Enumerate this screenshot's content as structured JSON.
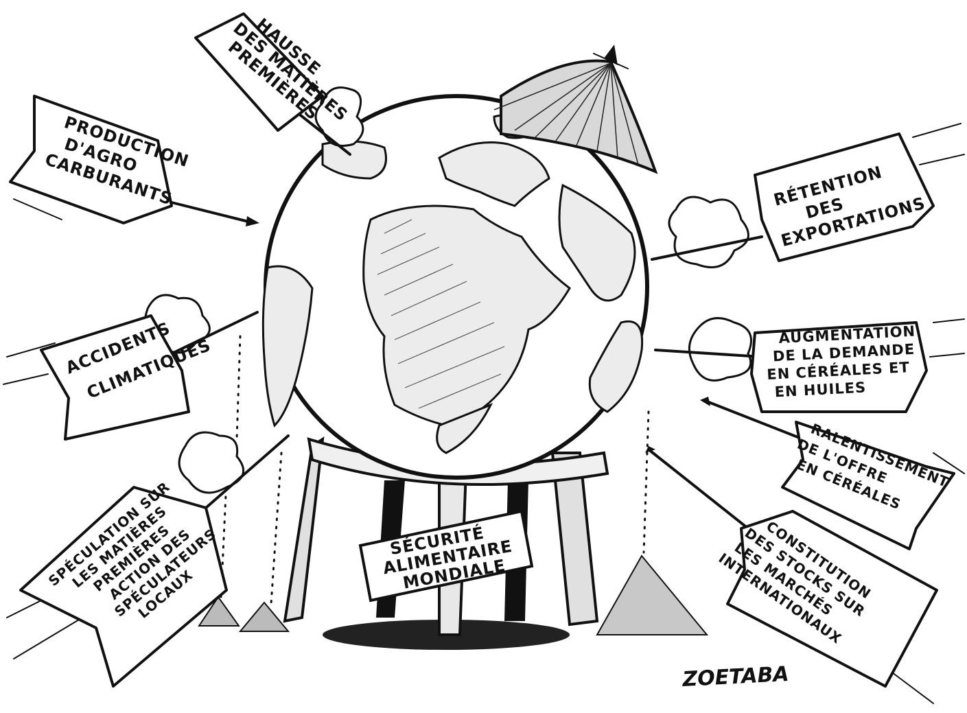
{
  "cartoon": {
    "signpost": {
      "lines": [
        "SÉCURITÉ",
        "ALIMENTAIRE",
        "MONDIALE"
      ]
    },
    "arrows": [
      {
        "id": "hausse",
        "lines": [
          "HAUSSE",
          "DES MATIÈRES",
          "PREMIÈRES"
        ]
      },
      {
        "id": "agro",
        "lines": [
          "PRODUCTION",
          "D'AGRO",
          "CARBURANTS"
        ]
      },
      {
        "id": "accidents",
        "lines": [
          "ACCIDENTS",
          "CLIMATIQUES"
        ]
      },
      {
        "id": "speculation",
        "lines": [
          "SPÉCULATION SUR",
          "LES MATIÈRES",
          "PREMIÈRES",
          "ACTION DES",
          "SPÉCULATEURS",
          "LOCAUX"
        ]
      },
      {
        "id": "retention",
        "lines": [
          "RÉTENTION",
          "DES",
          "EXPORTATIONS"
        ]
      },
      {
        "id": "demande",
        "lines": [
          "AUGMENTATION",
          "DE LA DEMANDE",
          "EN CÉRÉALES ET",
          "EN HUILES"
        ]
      },
      {
        "id": "ralentissement",
        "lines": [
          "RALENTISSEMENT",
          "DE L'OFFRE",
          "EN CÉRÉALES"
        ]
      },
      {
        "id": "stocks",
        "lines": [
          "CONSTITUTION",
          "DES STOCKS SUR",
          "LES MARCHÉS",
          "INTERNATIONAUX"
        ]
      }
    ],
    "signature": "ZOETABA"
  },
  "icons": [
    "globe-icon",
    "thatched-roof-icon",
    "granary-stilts-icon",
    "arrow-icon",
    "dust-cloud-icon",
    "grain-pile-icon"
  ]
}
